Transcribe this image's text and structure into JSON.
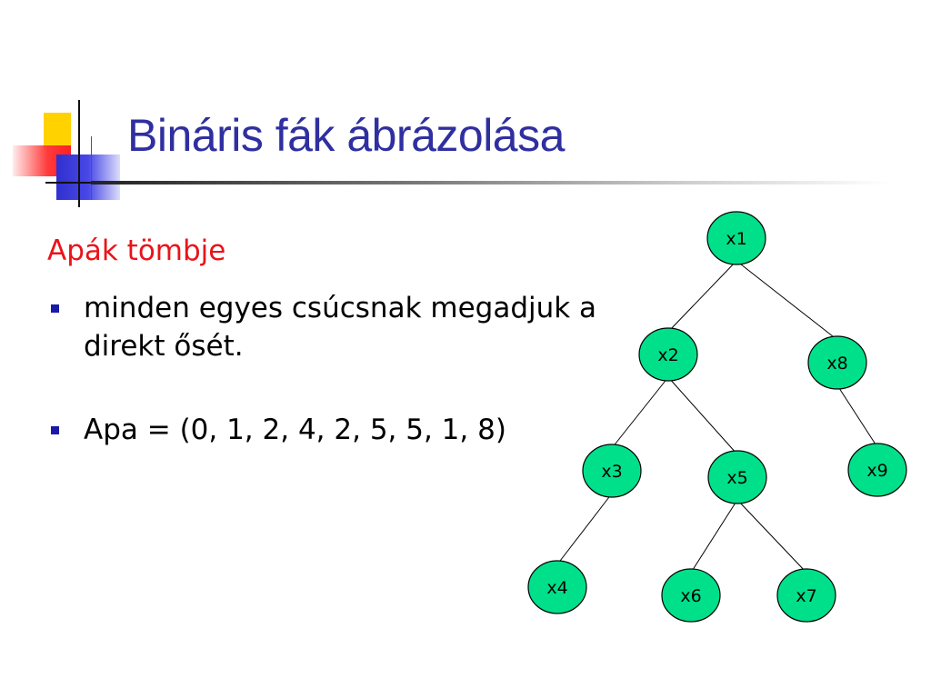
{
  "slide": {
    "title": "Bináris fák ábrázolása",
    "subheading": "Apák tömbje",
    "bullets": [
      "minden egyes csúcsnak megadjuk a direkt ősét.",
      "Apa = (0, 1, 2, 4, 2, 5, 5, 1, 8)"
    ],
    "colors": {
      "title": "#2f2fa0",
      "subheading": "#e8141a",
      "node_fill": "#00e08a",
      "bullet_mark": "#1a1aa8"
    }
  },
  "tree": {
    "nodes": [
      {
        "id": "x1",
        "label": "x1"
      },
      {
        "id": "x2",
        "label": "x2"
      },
      {
        "id": "x8",
        "label": "x8"
      },
      {
        "id": "x3",
        "label": "x3"
      },
      {
        "id": "x5",
        "label": "x5"
      },
      {
        "id": "x9",
        "label": "x9"
      },
      {
        "id": "x4",
        "label": "x4"
      },
      {
        "id": "x6",
        "label": "x6"
      },
      {
        "id": "x7",
        "label": "x7"
      }
    ],
    "edges": [
      [
        "x1",
        "x2"
      ],
      [
        "x1",
        "x8"
      ],
      [
        "x2",
        "x3"
      ],
      [
        "x2",
        "x5"
      ],
      [
        "x8",
        "x9"
      ],
      [
        "x3",
        "x4"
      ],
      [
        "x5",
        "x6"
      ],
      [
        "x5",
        "x7"
      ]
    ]
  }
}
